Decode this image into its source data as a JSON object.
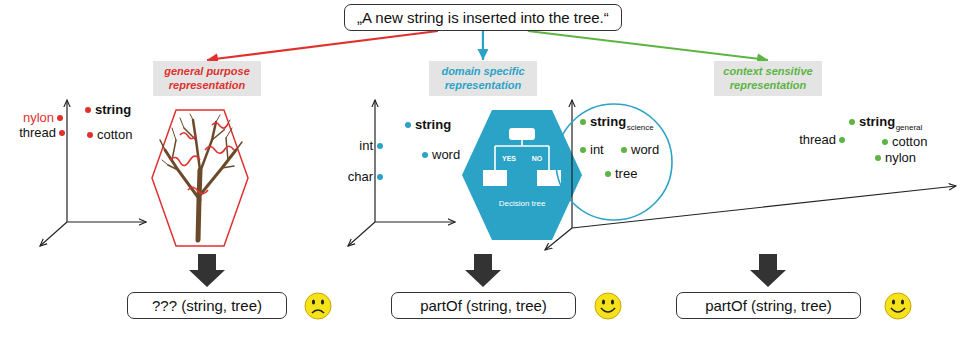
{
  "diagram": {
    "nodes": [
      {
        "text": [
          "„A new string is inserted into the tree.“"
        ]
      },
      {
        "text": [
          "general purpose representation"
        ]
      },
      {
        "text": [
          "domain specific representation"
        ]
      },
      {
        "text": [
          "context sensitive representation"
        ]
      },
      {
        "text": [
          "??? (string, tree)"
        ]
      },
      {
        "text": [
          "partOf (string, tree)"
        ]
      },
      {
        "text": [
          "partOf (string, tree)"
        ]
      }
    ],
    "edges": [
      {
        "from": 0,
        "to": 1,
        "arrow": "to"
      },
      {
        "from": 0,
        "to": 2,
        "arrow": "to"
      },
      {
        "from": 0,
        "to": 3,
        "arrow": "to"
      }
    ],
    "labels": [
      "nylon",
      "string",
      "thread",
      "cotton",
      "int",
      "string",
      "word",
      "char",
      "YES",
      "NO",
      "Decision tree",
      "string",
      "science",
      "int",
      "word",
      "tree",
      "string",
      "general",
      "thread",
      "cotton",
      "nylon"
    ]
  }
}
